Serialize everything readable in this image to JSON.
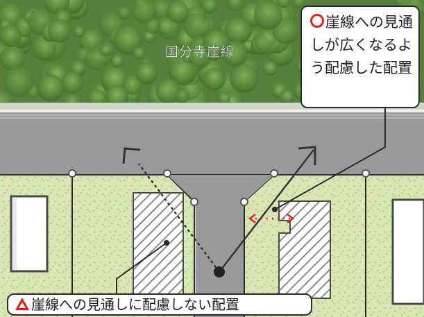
{
  "forest": {
    "label": "国分寺崖線"
  },
  "callouts": {
    "good": {
      "text": "崖線への見通しが広くなるよう配慮した配置",
      "marker_icon": "red-circle-icon"
    },
    "bad": {
      "text": "崖線への見通しに配慮しない配置",
      "marker_icon": "red-triangle-icon"
    }
  },
  "colors": {
    "forest": "#5c8c3e",
    "road": "#9a9a9a",
    "lot": "#d8e6b4",
    "marker": "#e0201e",
    "line": "#2b2b2b"
  }
}
